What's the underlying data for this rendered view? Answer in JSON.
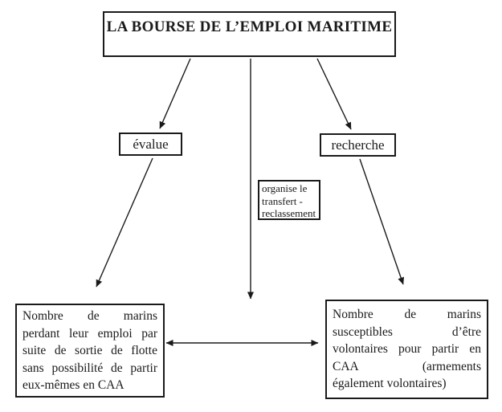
{
  "diagram": {
    "title": "LA BOURSE DE L’EMPLOI MARITIME",
    "nodes": {
      "evalue": {
        "label": "évalue"
      },
      "recherche": {
        "label": "recherche"
      },
      "organise": {
        "label": "organise le\ntransfert -\nreclassement"
      },
      "bottom_left": {
        "lines": [
          "Nombre de marins",
          "perdant leur emploi par",
          "suite de sortie de flotte",
          "sans possibilité de partir",
          "eux-mêmes en CAA"
        ]
      },
      "bottom_right": {
        "lines": [
          "Nombre de marins",
          "susceptibles d’être",
          "volontaires pour partir en",
          "CAA (armements",
          "également volontaires)"
        ]
      }
    },
    "colors": {
      "ink": "#1a1a1a",
      "background": "#ffffff"
    }
  }
}
